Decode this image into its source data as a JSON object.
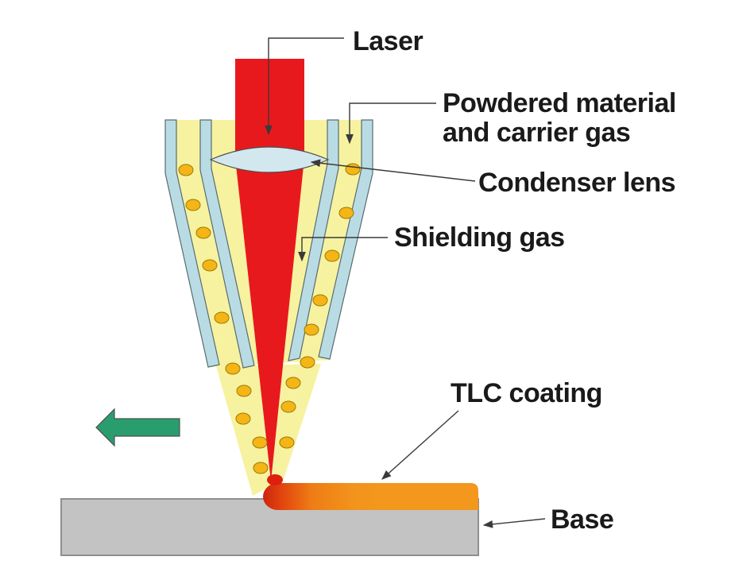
{
  "diagram": {
    "subject": "laser-cladding-nozzle-cross-section"
  },
  "labels": {
    "laser": "Laser",
    "powdered_line1": "Powdered material",
    "powdered_line2": "and carrier gas",
    "condenser": "Condenser lens",
    "shielding": "Shielding gas",
    "coating": "TLC coating",
    "base": "Base"
  },
  "colors": {
    "laser_red": "#e8191d",
    "nozzle_wall_blue": "#b9dce4",
    "lens_blue": "#d2e7ee",
    "gas_yellow": "#f6f2a0",
    "powder_orange": "#f5b517",
    "powder_outline": "#9c7a00",
    "coating_orange": "#f3971d",
    "melt_red": "#dc1f0e",
    "base_gray": "#c3c3c3",
    "arrow_green": "#2a9d6f",
    "leader_line": "#3a3a3a",
    "text": "#1a1a1a"
  }
}
